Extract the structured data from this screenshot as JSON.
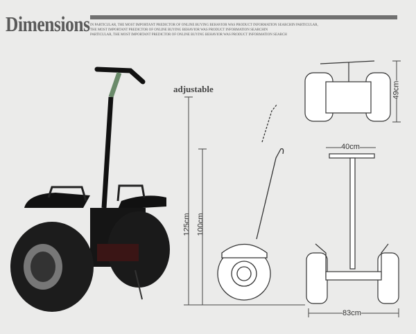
{
  "header": {
    "title": "Dimensions",
    "description": [
      "IN PARTICULAR, THE MOST IMPORTANT PREDICTOR OF ONLINE BUYING BEHAVIOR WAS PRODUCT INFORMATION SEARCHIN PARTICULAR,",
      "THE MOST IMPORTANT PREDICTOR OF ONLINE BUYING BEHAVIOR WAS PRODUCT INFORMATION SEARCHIN",
      "PARTICULAR, THE MOST IMPORTANT PREDICTOR OF ONLINE BUYING BEHAVIOR WAS PRODUCT INFORMATION SEARCH"
    ]
  },
  "labels": {
    "adjustable": "adjustable",
    "total_height": "125cm",
    "handle_height": "100cm",
    "handle_width": "40cm",
    "depth": "49cm",
    "width": "83cm"
  }
}
